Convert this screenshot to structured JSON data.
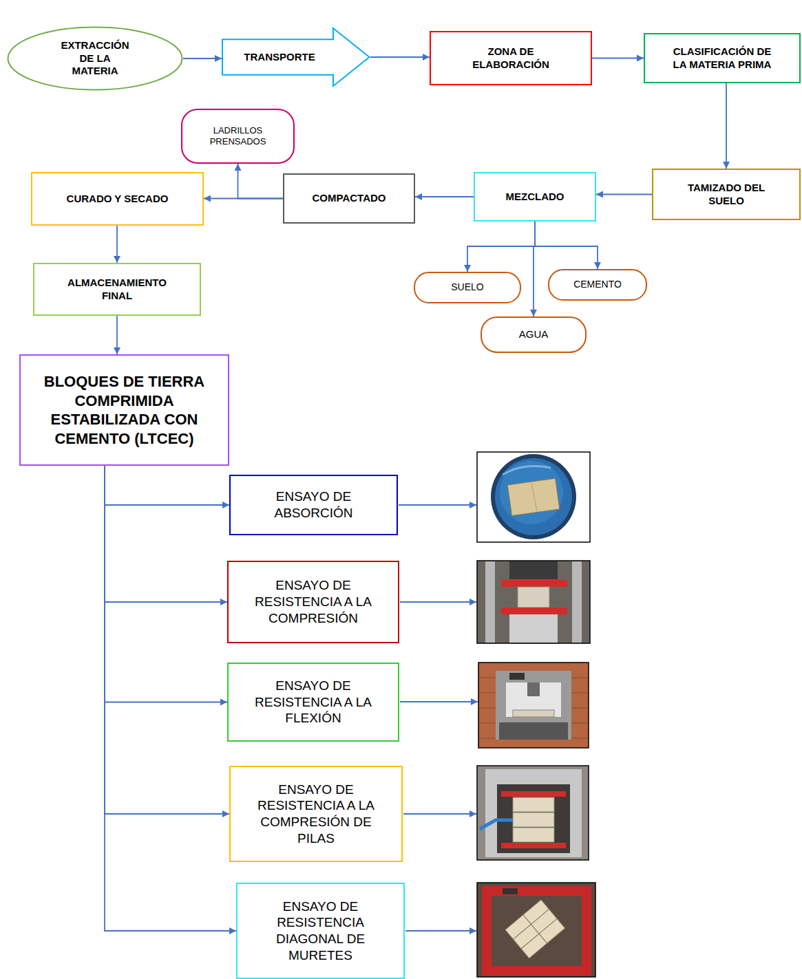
{
  "diagram": {
    "nodes": [
      {
        "text": [
          "EXTRACCIÓN DE LA MATERIA"
        ]
      },
      {
        "text": [
          "TRANSPORTE"
        ]
      },
      {
        "text": [
          "ZONA DE ELABORACIÓN"
        ]
      },
      {
        "text": [
          "CLASIFICACIÓN DE LA MATERIA PRIMA"
        ]
      },
      {
        "text": [
          "TAMIZADO DEL SUELO"
        ]
      },
      {
        "text": [
          "MEZCLADO"
        ]
      },
      {
        "text": [
          "SUELO"
        ]
      },
      {
        "text": [
          "CEMENTO"
        ]
      },
      {
        "text": [
          "AGUA"
        ]
      },
      {
        "text": [
          "COMPACTADO"
        ]
      },
      {
        "text": [
          "LADRILLOS PRENSADOS"
        ]
      },
      {
        "text": [
          "CURADO Y SECADO"
        ]
      },
      {
        "text": [
          "ALMACENAMIENTO FINAL"
        ]
      },
      {
        "text": [
          "BLOQUES DE TIERRA COMPRIMIDA ESTABILIZADA CON CEMENTO (LTCEC)"
        ]
      },
      {
        "text": [
          "ENSAYO DE ABSORCIÓN"
        ]
      },
      {
        "text": [
          "ENSAYO DE RESISTENCIA A LA COMPRESIÓN"
        ]
      },
      {
        "text": [
          "ENSAYO DE RESISTENCIA A LA FLEXIÓN"
        ]
      },
      {
        "text": [
          "ENSAYO DE RESISTENCIA A LA COMPRESIÓN DE PILAS"
        ]
      },
      {
        "text": [
          "ENSAYO DE RESISTENCIA DIAGONAL DE MURETES"
        ]
      }
    ],
    "edges": [
      {
        "from": 0,
        "to": 1,
        "arrow": "to"
      },
      {
        "from": 1,
        "to": 2,
        "arrow": "to"
      },
      {
        "from": 2,
        "to": 3,
        "arrow": "to"
      },
      {
        "from": 3,
        "to": 4,
        "arrow": "to"
      },
      {
        "from": 4,
        "to": 5,
        "arrow": "to"
      },
      {
        "from": 5,
        "to": 6,
        "arrow": "to"
      },
      {
        "from": 5,
        "to": 7,
        "arrow": "to"
      },
      {
        "from": 5,
        "to": 8,
        "arrow": "to"
      },
      {
        "from": 5,
        "to": 9,
        "arrow": "to"
      },
      {
        "from": 9,
        "to": 10,
        "arrow": "to"
      },
      {
        "from": 9,
        "to": 11,
        "arrow": "to"
      },
      {
        "from": 11,
        "to": 12,
        "arrow": "to"
      },
      {
        "from": 12,
        "to": 13,
        "arrow": "to"
      },
      {
        "from": 13,
        "to": 14,
        "arrow": "to"
      },
      {
        "from": 13,
        "to": 15,
        "arrow": "to"
      },
      {
        "from": 13,
        "to": 16,
        "arrow": "to"
      },
      {
        "from": 13,
        "to": 17,
        "arrow": "to"
      },
      {
        "from": 13,
        "to": 18,
        "arrow": "to"
      }
    ]
  }
}
